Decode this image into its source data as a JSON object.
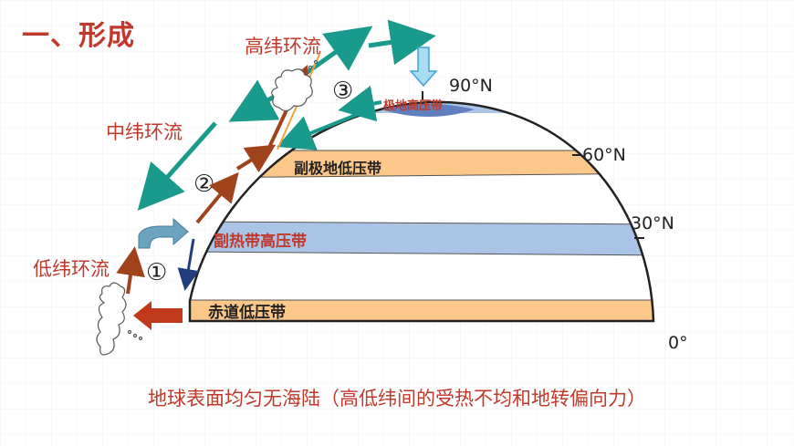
{
  "page": {
    "title": "一、形成",
    "caption": "地球表面均匀无海陆（高低纬间的受热不均和地转偏向力）"
  },
  "circulations": {
    "low": "低纬环流",
    "mid": "中纬环流",
    "high": "高纬环流"
  },
  "cell_numbers": [
    "①",
    "②",
    "③"
  ],
  "belts": {
    "equatorial_low": "赤道低压带",
    "subtropical_high": "副热带高压带",
    "subpolar_low": "副极地低压带",
    "polar_high": "极地高压带"
  },
  "latitudes": {
    "lat0": "0°",
    "lat30": "30°N",
    "lat60": "60°N",
    "lat90": "90°N"
  },
  "colors": {
    "title_red": "#c0392b",
    "low_pressure_orange": "#fbc88a",
    "high_pressure_blue": "#a9c4e4",
    "teal_arrow": "#1a9a8c",
    "brown_arrow": "#a0431c",
    "red_arrow": "#c0391b",
    "navy_arrow": "#1f3e7a"
  }
}
